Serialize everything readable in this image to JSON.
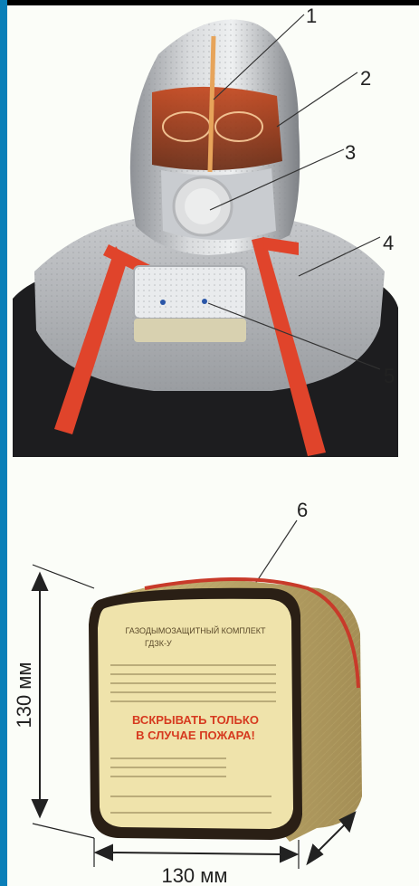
{
  "callouts": [
    "1",
    "2",
    "3",
    "4",
    "5",
    "6"
  ],
  "dimensions": {
    "height_label": "130 мм",
    "width_label": "130 мм"
  },
  "package": {
    "title_line1": "ГАЗОДЫМОЗАЩИТНЫЙ КОМПЛЕКТ",
    "title_line2": "ГДЗК-У",
    "warning_line1": "ВСКРЫВАТЬ ТОЛЬКО",
    "warning_line2": "В СЛУЧАЕ ПОЖАРА!"
  },
  "colors": {
    "hood_silver": "#b9bcc0",
    "strap_red": "#e0442b",
    "package_beige": "#d8c98f",
    "package_label": "#efe3ab"
  }
}
